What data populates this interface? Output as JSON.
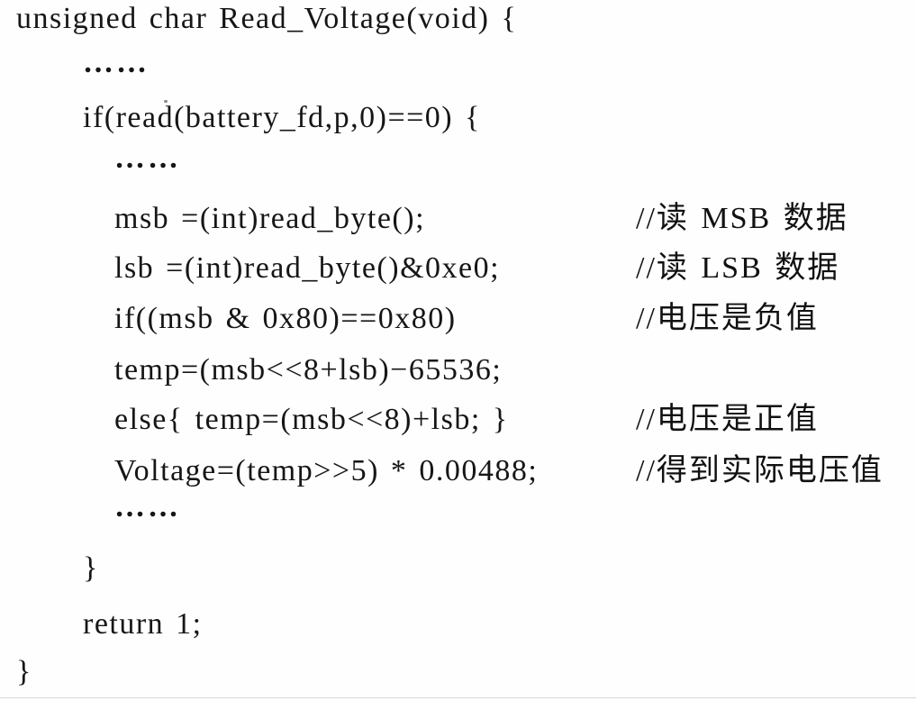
{
  "document": {
    "kind": "scanned-c-code-listing",
    "function_name": "Read_Voltage",
    "text_color": "#141414",
    "background_color": "#ffffff"
  },
  "code": {
    "lines": [
      {
        "code": "unsigned char Read_Voltage(void) {"
      },
      {
        "code": "……"
      },
      {
        "code": "if(read(battery_fd,p,0)==0) {"
      },
      {
        "code": "……"
      },
      {
        "code": "msb =(int)read_byte();",
        "comment": "//读 MSB 数据"
      },
      {
        "code": "lsb =(int)read_byte()&0xe0;",
        "comment": "//读 LSB 数据"
      },
      {
        "code": "if((msb & 0x80)==0x80)",
        "comment": "//电压是负值"
      },
      {
        "code": "temp=(msb<<8+lsb)−65536;"
      },
      {
        "code": "else{ temp=(msb<<8)+lsb; }",
        "comment": "//电压是正值"
      },
      {
        "code": "Voltage=(temp>>5) * 0.00488;",
        "comment": "//得到实际电压值"
      },
      {
        "code": "……"
      },
      {
        "code": "}"
      },
      {
        "code": "return 1;"
      },
      {
        "code": "}"
      }
    ]
  }
}
